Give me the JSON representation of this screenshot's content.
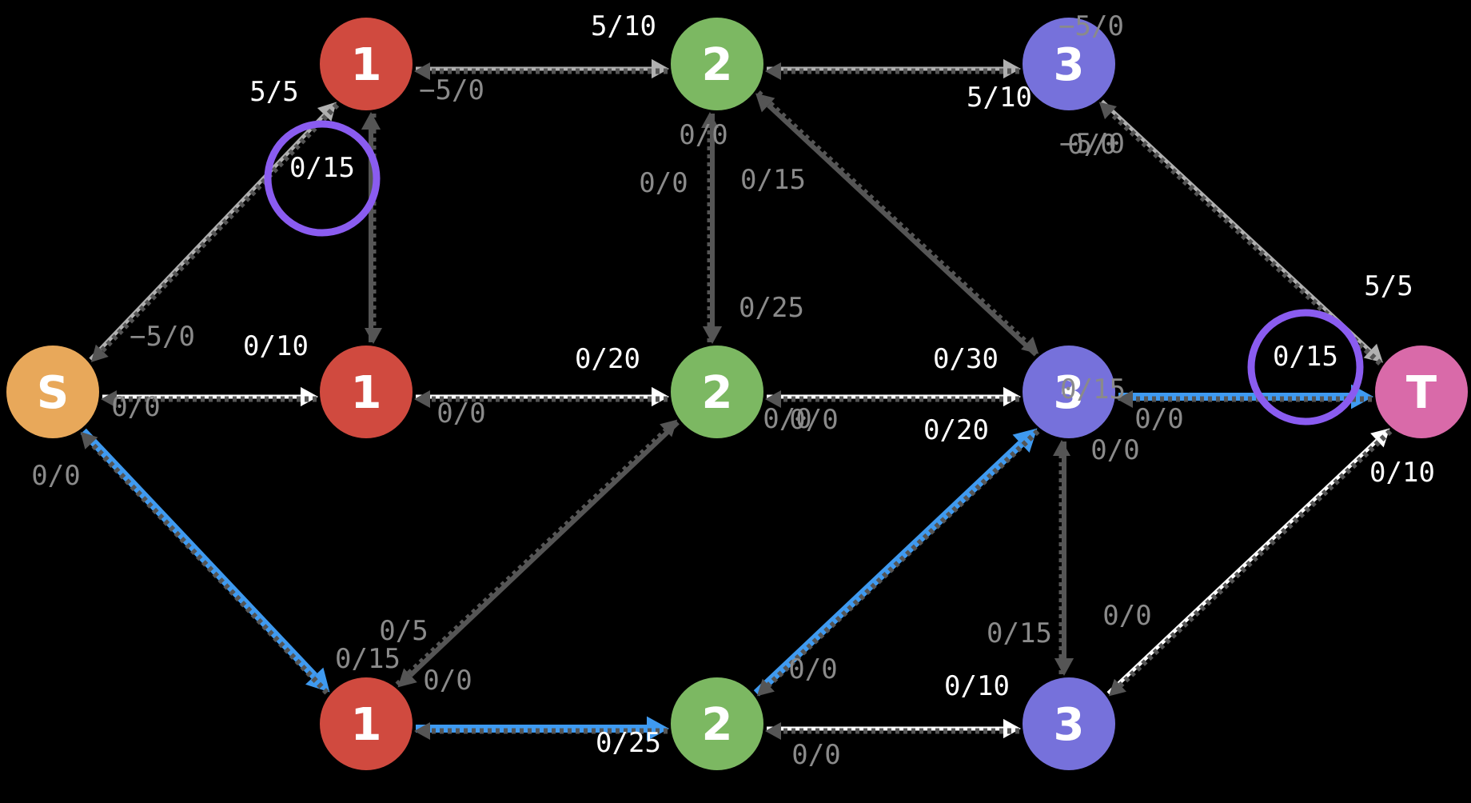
{
  "colors": {
    "background": "#000000",
    "source": "#e8a85a",
    "sink": "#d96aa9",
    "level1": "#d04a3f",
    "level2": "#7cb862",
    "level3": "#7671db",
    "augmenting_path": "#3f9af0",
    "highlight_ring": "#8a5cf0",
    "saturated_edge": "#b0b0b0",
    "active_edge": "#ffffff",
    "unused_edge": "#555555",
    "residual_edge": "#555555",
    "label_white": "#ffffff",
    "label_gray": "#8a8a8a"
  },
  "nodes": [
    {
      "id": "S",
      "text": "S",
      "kind": "source"
    },
    {
      "id": "A1",
      "text": "1",
      "kind": "level1"
    },
    {
      "id": "B1",
      "text": "1",
      "kind": "level1"
    },
    {
      "id": "C1",
      "text": "1",
      "kind": "level1"
    },
    {
      "id": "A2",
      "text": "2",
      "kind": "level2"
    },
    {
      "id": "B2",
      "text": "2",
      "kind": "level2"
    },
    {
      "id": "C2",
      "text": "2",
      "kind": "level2"
    },
    {
      "id": "A3",
      "text": "3",
      "kind": "level3"
    },
    {
      "id": "B3",
      "text": "3",
      "kind": "level3"
    },
    {
      "id": "C3",
      "text": "3",
      "kind": "level3"
    },
    {
      "id": "T",
      "text": "T",
      "kind": "sink"
    }
  ],
  "edges": [
    {
      "from": "S",
      "to": "A1",
      "style": "saturated"
    },
    {
      "from": "A1",
      "to": "S",
      "style": "residual"
    },
    {
      "from": "S",
      "to": "B1",
      "style": "active"
    },
    {
      "from": "B1",
      "to": "S",
      "style": "residual"
    },
    {
      "from": "S",
      "to": "C1",
      "style": "path"
    },
    {
      "from": "C1",
      "to": "S",
      "style": "residual"
    },
    {
      "from": "A1",
      "to": "A2",
      "style": "saturated"
    },
    {
      "from": "A2",
      "to": "A1",
      "style": "residual"
    },
    {
      "from": "B1",
      "to": "A1",
      "style": "unused"
    },
    {
      "from": "A1",
      "to": "B1",
      "style": "residual"
    },
    {
      "from": "B1",
      "to": "B2",
      "style": "active"
    },
    {
      "from": "B2",
      "to": "B1",
      "style": "residual"
    },
    {
      "from": "B2",
      "to": "C1",
      "style": "unused"
    },
    {
      "from": "C1",
      "to": "B2",
      "style": "residual"
    },
    {
      "from": "C1",
      "to": "C2",
      "style": "path"
    },
    {
      "from": "C2",
      "to": "C1",
      "style": "residual"
    },
    {
      "from": "A2",
      "to": "A3",
      "style": "saturated"
    },
    {
      "from": "A3",
      "to": "A2",
      "style": "residual"
    },
    {
      "from": "A2",
      "to": "B2",
      "style": "unused"
    },
    {
      "from": "B2",
      "to": "A2",
      "style": "residual"
    },
    {
      "from": "B3",
      "to": "A2",
      "style": "unused"
    },
    {
      "from": "A2",
      "to": "B3",
      "style": "residual"
    },
    {
      "from": "B2",
      "to": "B3",
      "style": "active"
    },
    {
      "from": "B3",
      "to": "B2",
      "style": "residual"
    },
    {
      "from": "C2",
      "to": "B3",
      "style": "path"
    },
    {
      "from": "B3",
      "to": "C2",
      "style": "residual"
    },
    {
      "from": "C2",
      "to": "C3",
      "style": "active"
    },
    {
      "from": "C3",
      "to": "C2",
      "style": "residual"
    },
    {
      "from": "A3",
      "to": "T",
      "style": "saturated"
    },
    {
      "from": "T",
      "to": "A3",
      "style": "residual"
    },
    {
      "from": "B3",
      "to": "T",
      "style": "path"
    },
    {
      "from": "T",
      "to": "B3",
      "style": "residual"
    },
    {
      "from": "B3",
      "to": "C3",
      "style": "unused"
    },
    {
      "from": "C3",
      "to": "B3",
      "style": "residual"
    },
    {
      "from": "C3",
      "to": "T",
      "style": "active"
    },
    {
      "from": "T",
      "to": "C3",
      "style": "residual"
    }
  ],
  "labels": [
    {
      "text": "5/5",
      "tone": "white"
    },
    {
      "text": "−5/0",
      "tone": "gray"
    },
    {
      "text": "0/10",
      "tone": "white"
    },
    {
      "text": "0/0",
      "tone": "gray"
    },
    {
      "text": "0/0",
      "tone": "gray"
    },
    {
      "text": "0/15",
      "tone": "white"
    },
    {
      "text": "5/10",
      "tone": "white"
    },
    {
      "text": "−5/0",
      "tone": "gray"
    },
    {
      "text": "0/15",
      "tone": "gray"
    },
    {
      "text": "0/0",
      "tone": "gray"
    },
    {
      "text": "0/20",
      "tone": "white"
    },
    {
      "text": "0/0",
      "tone": "gray"
    },
    {
      "text": "0/5",
      "tone": "gray"
    },
    {
      "text": "0/0",
      "tone": "gray"
    },
    {
      "text": "0/25",
      "tone": "white"
    },
    {
      "text": "0/0",
      "tone": "gray"
    },
    {
      "text": "−5/0",
      "tone": "gray"
    },
    {
      "text": "5/10",
      "tone": "white"
    },
    {
      "text": "0/0",
      "tone": "gray"
    },
    {
      "text": "0/15",
      "tone": "gray"
    },
    {
      "text": "0/25",
      "tone": "gray"
    },
    {
      "text": "0/15",
      "tone": "gray"
    },
    {
      "text": "0/0",
      "tone": "gray"
    },
    {
      "text": "0/30",
      "tone": "white"
    },
    {
      "text": "0/0",
      "tone": "gray"
    },
    {
      "text": "0/20",
      "tone": "white"
    },
    {
      "text": "0/0",
      "tone": "gray"
    },
    {
      "text": "0/10",
      "tone": "white"
    },
    {
      "text": "0/0",
      "tone": "gray"
    },
    {
      "text": "−5/0",
      "tone": "gray"
    },
    {
      "text": "5/5",
      "tone": "white"
    },
    {
      "text": "0/15",
      "tone": "white"
    },
    {
      "text": "0/0",
      "tone": "gray"
    },
    {
      "text": "0/0",
      "tone": "gray"
    },
    {
      "text": "0/15",
      "tone": "gray"
    },
    {
      "text": "0/10",
      "tone": "white"
    },
    {
      "text": "0/0",
      "tone": "gray"
    }
  ],
  "highlights": [
    {
      "label_index": 5
    },
    {
      "label_index": 31
    }
  ]
}
